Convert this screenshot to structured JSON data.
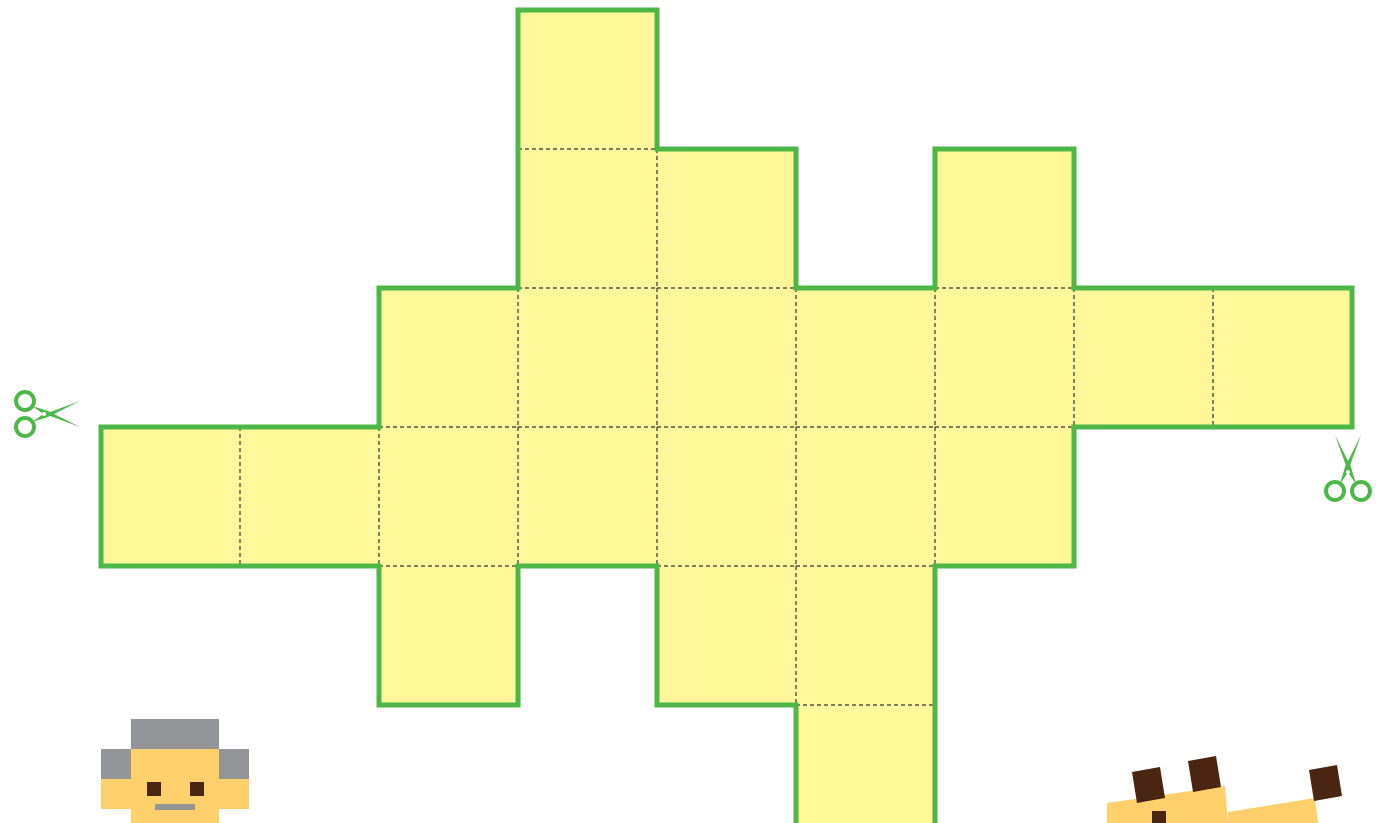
{
  "colors": {
    "fill": "#fff799",
    "outline": "#4db848",
    "fold_line": "#333333",
    "scissors": "#4db848",
    "skin": "#fdd06b",
    "hair": "#939598",
    "eyes": "#4a2511",
    "mouth": "#939598"
  },
  "net": {
    "grid": {
      "cols": 9,
      "rows": 6
    },
    "cells": [
      [
        3,
        0
      ],
      [
        3,
        1
      ],
      [
        4,
        1
      ],
      [
        6,
        1
      ],
      [
        2,
        2
      ],
      [
        3,
        2
      ],
      [
        4,
        2
      ],
      [
        5,
        2
      ],
      [
        6,
        2
      ],
      [
        7,
        2
      ],
      [
        8,
        2
      ],
      [
        0,
        3
      ],
      [
        1,
        3
      ],
      [
        2,
        3
      ],
      [
        3,
        3
      ],
      [
        4,
        3
      ],
      [
        5,
        3
      ],
      [
        6,
        3
      ],
      [
        2,
        4
      ],
      [
        4,
        4
      ],
      [
        5,
        4
      ],
      [
        5,
        5
      ]
    ]
  },
  "icons": {
    "scissors_left": "scissors-icon",
    "scissors_right": "scissors-icon",
    "character_left": "pixel-character-icon",
    "character_right": "pixel-animal-icon"
  }
}
